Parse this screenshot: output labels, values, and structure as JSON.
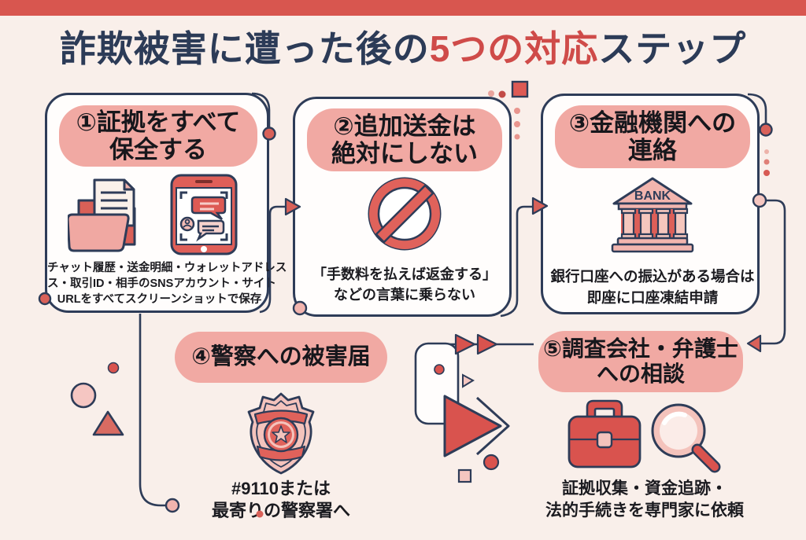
{
  "page": {
    "colors": {
      "background": "#f9efea",
      "top_bar": "#d8564f",
      "navy_line": "#2e3c58",
      "red_accent": "#d9534e",
      "header_pink": "#f1a9a3",
      "title_navy": "#2c3b57",
      "title_red": "#cf4b49"
    },
    "title": {
      "prefix": "詐欺被害に遭った後の",
      "highlight": "5つの対応",
      "suffix": "ステップ"
    }
  },
  "steps": [
    {
      "title_lines": [
        "①証拠をすべて",
        "保全する"
      ],
      "desc_lines": [
        "チャット履歴・送金明細・ウォレットアドレス",
        "ス・取引ID・相手のSNSアカウント・サイト",
        "URLをすべてスクリーンショットで保存"
      ],
      "icons": [
        "folder-documents-icon",
        "smartphone-chat-icon"
      ]
    },
    {
      "title_lines": [
        "②追加送金は",
        "絶対にしない"
      ],
      "desc_lines": [
        "「手数料を払えば返金する」",
        "などの言葉に乗らない"
      ],
      "icons": [
        "prohibition-icon"
      ]
    },
    {
      "title_lines": [
        "③金融機関への",
        "連絡"
      ],
      "desc_lines": [
        "銀行口座への振込がある場合は",
        "即座に口座凍結申請"
      ],
      "icons": [
        "bank-icon"
      ],
      "bank_label": "BANK"
    },
    {
      "title_lines": [
        "④警察への被害届"
      ],
      "desc_lines": [
        "#9110または",
        "最寄りの警察署へ"
      ],
      "icons": [
        "police-badge-icon"
      ]
    },
    {
      "title_lines": [
        "⑤調査会社・弁護士",
        "への相談"
      ],
      "desc_lines": [
        "証拠収集・資金追跡・",
        "法的手続きを専門家に依頼"
      ],
      "icons": [
        "briefcase-icon",
        "magnifier-icon"
      ]
    }
  ]
}
